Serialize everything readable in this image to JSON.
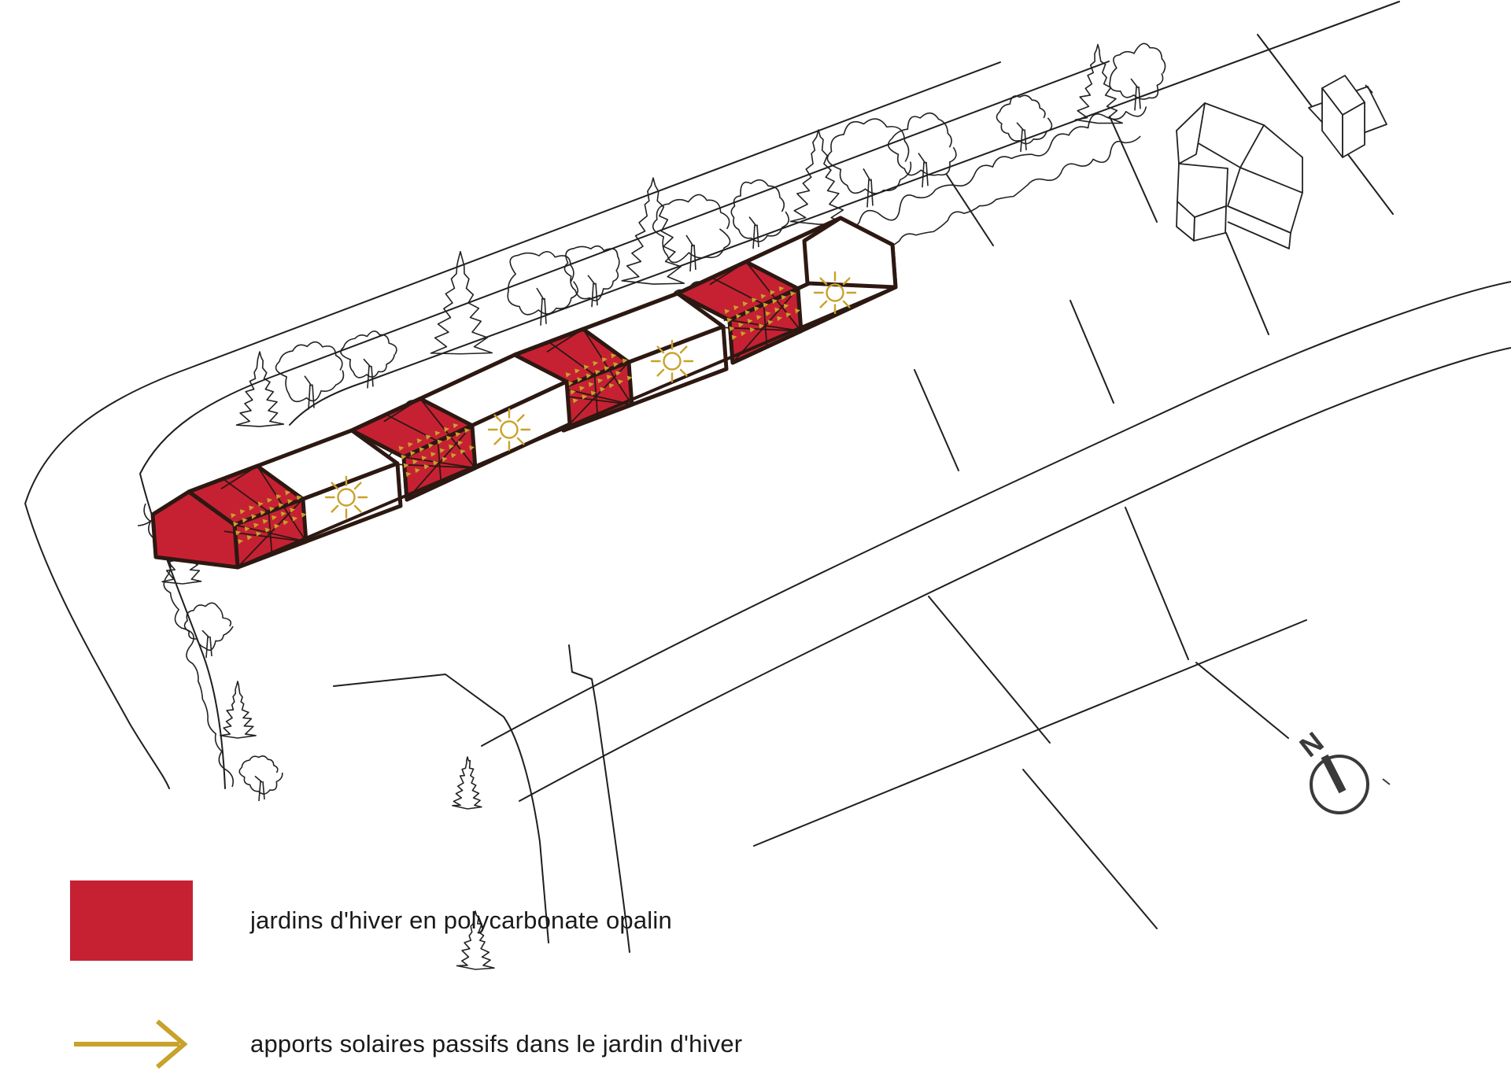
{
  "legend": {
    "items": [
      {
        "symbol": "winter-garden-swatch",
        "label": "jardins d'hiver en polycarbonate opalin"
      },
      {
        "symbol": "solar-gain-arrow",
        "label": "apports solaires passifs dans le jardin d'hiver"
      }
    ]
  },
  "compass": {
    "label": "N"
  },
  "buildings": {
    "module_count": 4,
    "sun_count": 4
  },
  "colors": {
    "winter_garden_red": "#C62133",
    "solar_gold": "#C8A22B",
    "building_outline": "#2D1812",
    "plan_line": "#1f1f1f",
    "background": "#FFFFFF"
  }
}
